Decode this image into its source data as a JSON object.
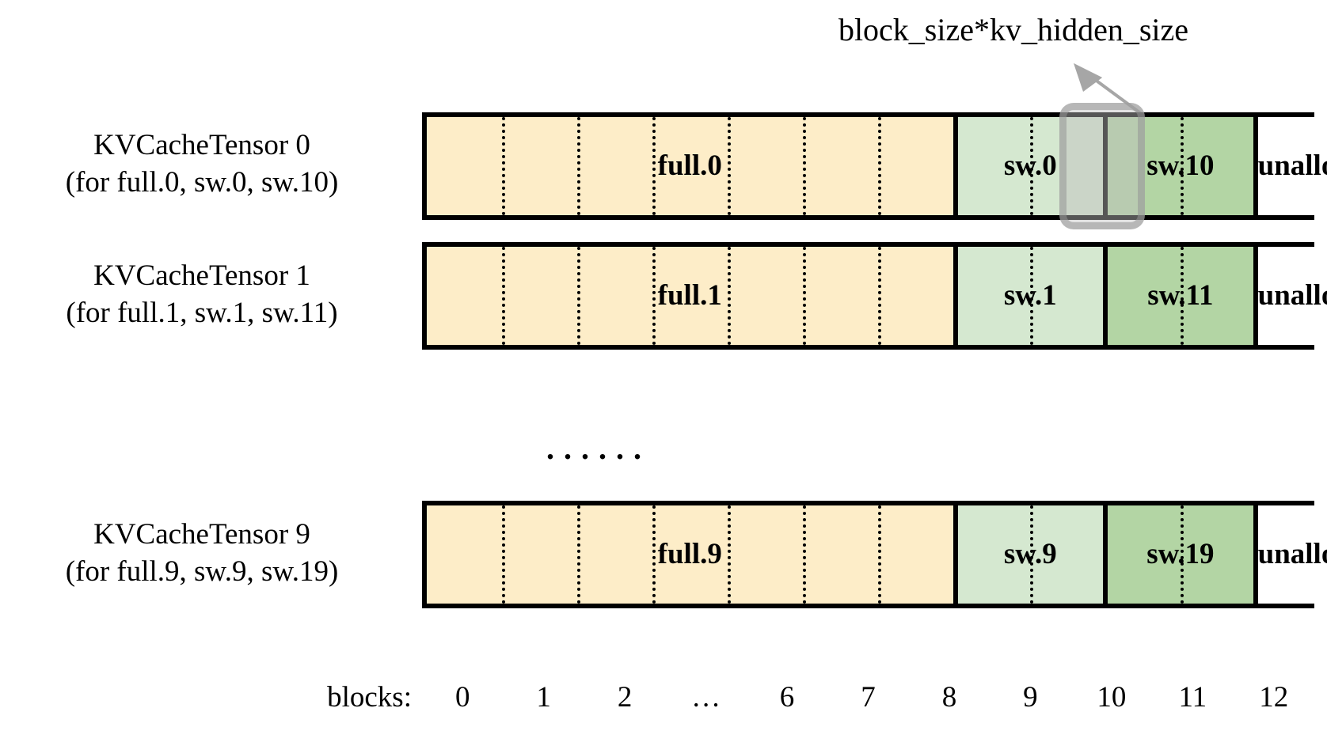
{
  "annotation": {
    "label": "block_size*kv_hidden_size",
    "arrow_icon": "arrow-up-left-icon",
    "arrow_color": "#A6A6A6"
  },
  "highlight": {
    "name": "one-block-highlight",
    "border_color": "#969696",
    "fill_color": "#BEBEBE"
  },
  "colors": {
    "full": "#FDEDC8",
    "sw_light": "#D5E8D0",
    "sw_dark": "#B3D5A4",
    "unallocated": "#FFFFFF",
    "outline": "#000000"
  },
  "rows": [
    {
      "label_line1": "KVCacheTensor 0",
      "label_line2": "(for full.0, sw.0, sw.10)",
      "segments": [
        {
          "label": "full.0",
          "kind": "full",
          "blocks": 7
        },
        {
          "label": "sw.0",
          "kind": "sw_light",
          "blocks": 2
        },
        {
          "label": "sw.10",
          "kind": "sw_dark",
          "blocks": 2
        },
        {
          "label": "unallocated",
          "kind": "unallocated",
          "blocks": 2
        }
      ]
    },
    {
      "label_line1": "KVCacheTensor 1",
      "label_line2": "(for full.1, sw.1, sw.11)",
      "segments": [
        {
          "label": "full.1",
          "kind": "full",
          "blocks": 7
        },
        {
          "label": "sw.1",
          "kind": "sw_light",
          "blocks": 2
        },
        {
          "label": "sw.11",
          "kind": "sw_dark",
          "blocks": 2
        },
        {
          "label": "unallocated",
          "kind": "unallocated",
          "blocks": 2
        }
      ]
    },
    {
      "label_line1": "KVCacheTensor 9",
      "label_line2": "(for full.9, sw.9, sw.19)",
      "segments": [
        {
          "label": "full.9",
          "kind": "full",
          "blocks": 7
        },
        {
          "label": "sw.9",
          "kind": "sw_light",
          "blocks": 2
        },
        {
          "label": "sw.19",
          "kind": "sw_dark",
          "blocks": 2
        },
        {
          "label": "unallocated",
          "kind": "unallocated",
          "blocks": 2
        }
      ]
    }
  ],
  "row_ellipsis": "......",
  "blocks_axis": {
    "title": "blocks:",
    "ticks": [
      "0",
      "1",
      "2",
      "…",
      "6",
      "7",
      "8",
      "9",
      "10",
      "11",
      "12"
    ]
  }
}
